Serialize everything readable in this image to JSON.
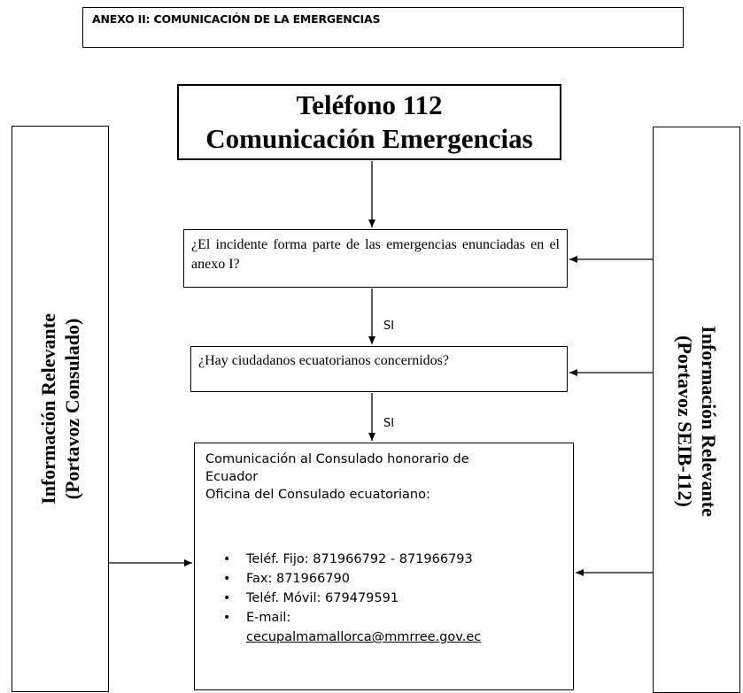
{
  "header": {
    "title": "ANEXO II: COMUNICACIÓN DE LA EMERGENCIAS"
  },
  "phone": {
    "line1": "Teléfono 112",
    "line2": "Comunicación Emergencias"
  },
  "left_panel": {
    "line1": "Información Relevante",
    "line2": "(Portavoz Consulado)"
  },
  "right_panel": {
    "line1": "Información Relevante",
    "line2": "(Portavoz SEIB-112)"
  },
  "question1": {
    "text": "¿El incidente forma parte de las emergencias enunciadas en el anexo I?"
  },
  "question2": {
    "text": "¿Hay ciudadanos ecuatorianos concernidos?"
  },
  "edge_labels": {
    "yes1": "SI",
    "yes2": "SI"
  },
  "consulate": {
    "line1": "Comunicación al Consulado honorario de",
    "line2": "Ecuador",
    "line3": "Oficina del Consulado ecuatoriano:",
    "bullet_glyph": "•",
    "contacts": [
      "Teléf. Fijo: 871966792 - 871966793",
      "Fax: 871966790",
      "Teléf. Móvil: 679479591",
      "E-mail:"
    ],
    "email": "cecupalmamallorca@mmrree.gov.ec"
  }
}
